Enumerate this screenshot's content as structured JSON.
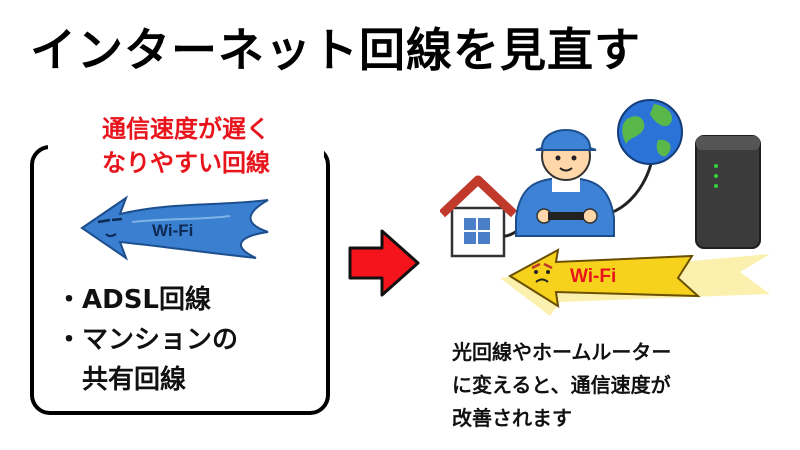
{
  "title": "インターネット回線を見直す",
  "left_panel": {
    "caption_lines": [
      "通信速度が遅く",
      "なりやすい回線"
    ],
    "wifi_label": "Wi-Fi",
    "bullet_marker": "・",
    "bullets": [
      {
        "lines": [
          "ADSL回線"
        ]
      },
      {
        "lines": [
          "マンションの",
          "共有回線"
        ]
      }
    ]
  },
  "right_panel": {
    "wifi_label": "Wi-Fi",
    "caption_lines": [
      "光回線やホームルーター",
      "に変えると、通信速度が",
      "改善されます"
    ]
  },
  "colors": {
    "caption_red": "#e8141c",
    "arrow_red": "#f5141c",
    "slow_wifi_blue": "#3a7fd0",
    "fast_wifi_yellow": "#f7d21c"
  }
}
